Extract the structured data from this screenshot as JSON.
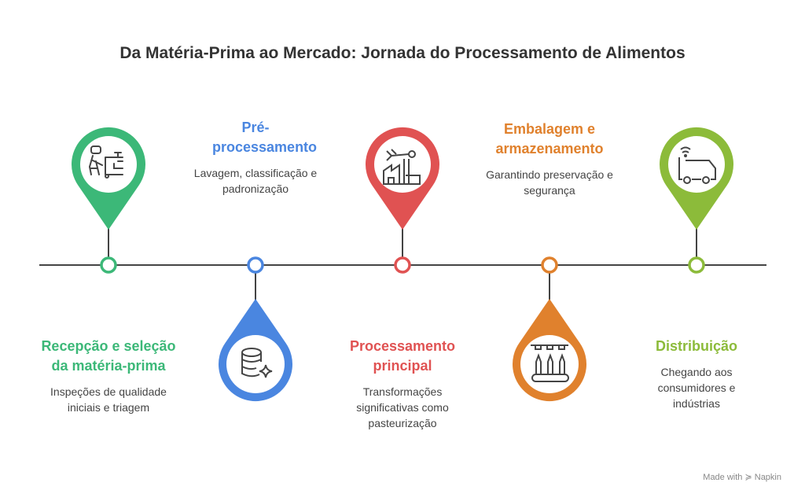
{
  "title": "Da Matéria-Prima ao Mercado: Jornada do Processamento de Alimentos",
  "steps": [
    {
      "heading": "Recepção e seleção da matéria-prima",
      "description": "Inspeções de qualidade iniciais e triagem",
      "color": "#3cb878",
      "icon": "worker-cart-icon"
    },
    {
      "heading": "Pré-processamento",
      "description": "Lavagem, classificação e padronização",
      "color": "#4a86e0",
      "icon": "database-sparkle-icon"
    },
    {
      "heading": "Processamento principal",
      "description": "Transformações significativas como pasteurização",
      "color": "#e05252",
      "icon": "factory-robot-arm-icon"
    },
    {
      "heading": "Embalagem e armazenamento",
      "description": "Garantindo preservação e segurança",
      "color": "#e0812d",
      "icon": "bottling-line-icon"
    },
    {
      "heading": "Distribuição",
      "description": "Chegando aos consumidores e indústrias",
      "color": "#8cbb3a",
      "icon": "connected-truck-icon"
    }
  ],
  "footer": "Made with ≽ Napkin"
}
